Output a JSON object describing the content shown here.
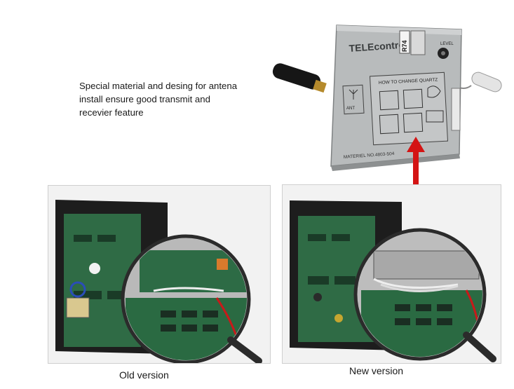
{
  "caption": {
    "lines": [
      "Special material and desing for antena",
      "install ensure good transmit and",
      "recevier feature"
    ]
  },
  "module": {
    "brand": "TELEcontrol",
    "model_tag": "R74",
    "level_label": "LEVEL",
    "ant_label": "ANT",
    "instructions_title": "HOW TO CHANGE QUARTZ",
    "material_text": "MATERIEL NO.4803-504",
    "colors": {
      "metal": "#b9bcbd",
      "metal_dark": "#8e9192",
      "antenna": "#1a1a1a",
      "arrow": "#d41414"
    }
  },
  "photos": {
    "old_label": "Old version",
    "new_label": "New version"
  }
}
